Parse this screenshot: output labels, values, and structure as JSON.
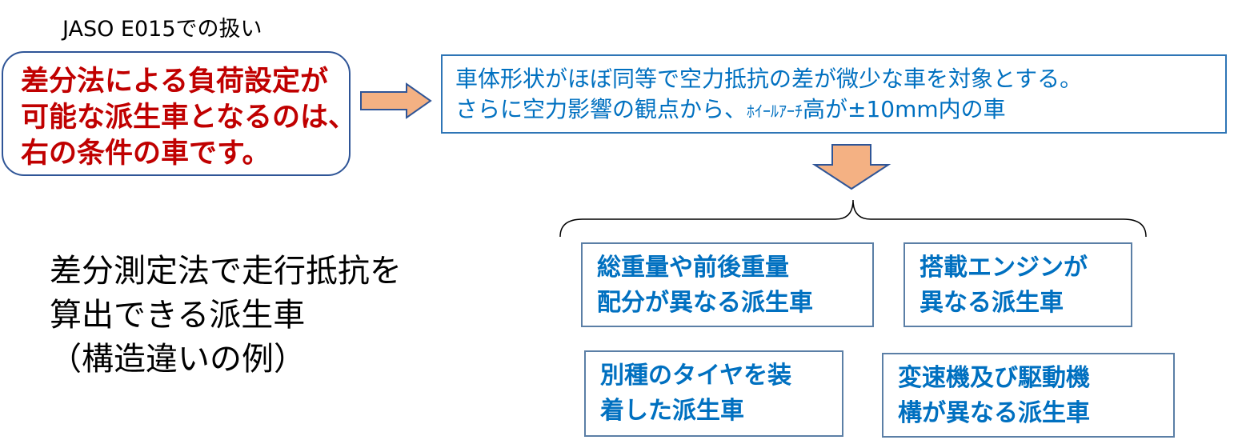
{
  "heading": "JASO E015での扱い",
  "condition_box": {
    "lines": [
      "差分法による負荷設定が",
      "可能な派生車となるのは、",
      "右の条件の車です。"
    ]
  },
  "target_box": {
    "line1": "車体形状がほぼ同等で空力抵抗の差が微少な車を対象とする。",
    "line2_start": "さらに空力影響の観点から、",
    "line2_small": "ﾎｲｰﾙｱｰﾁ",
    "line2_end": "高が±10mm内の車"
  },
  "left_label": {
    "lines": [
      "差分測定法で走行抵抗を",
      "算出できる派生車",
      "（構造違いの例）"
    ]
  },
  "categories": [
    {
      "lines": [
        "総重量や前後重量",
        "配分が異なる派生車"
      ]
    },
    {
      "lines": [
        "搭載エンジンが",
        "異なる派生車"
      ]
    },
    {
      "lines": [
        "別種のタイヤを装",
        "着した派生車"
      ]
    },
    {
      "lines": [
        "変速機及び駆動機",
        "構が異なる派生車"
      ]
    }
  ],
  "colors": {
    "condition_text": "#c00000",
    "blue_text": "#0070c0",
    "arrow_fill": "#f4b183",
    "arrow_stroke": "#2f5597"
  }
}
